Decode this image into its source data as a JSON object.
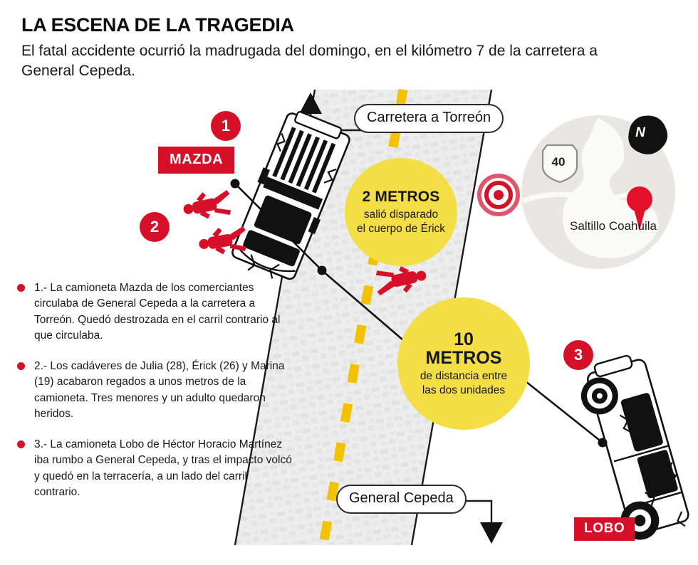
{
  "header": {
    "title": "LA ESCENA DE LA TRAGEDIA",
    "subtitle": "El fatal accidente ocurrió la madrugada del domingo, en el kilómetro 7 de la carretera a General Cepeda."
  },
  "legend": {
    "items": [
      {
        "text": "1.- La camioneta Mazda de los comerciantes circulaba de General Cepeda a la carretera a Torreón. Quedó destrozada en el carril contrario al que circulaba."
      },
      {
        "text": "2.- Los cadáveres de Julia (28), Érick (26) y Marina (19) acabaron regados a unos metros de la camioneta. Tres menores y un adulto quedaron heridos."
      },
      {
        "text": "3.- La camioneta Lobo de Héctor Horacio Martínez iba rumbo a General Cepeda, y tras el impacto volcó y quedó en la terracería, a un lado del carril contrario."
      }
    ]
  },
  "scene": {
    "markers": [
      {
        "label": "1"
      },
      {
        "label": "2"
      },
      {
        "label": "3"
      }
    ],
    "vehicle_badges": [
      {
        "label": "MAZDA"
      },
      {
        "label": "LOBO"
      }
    ],
    "road_labels": [
      {
        "label": "Carretera a Torreón"
      },
      {
        "label": "General Cepeda"
      }
    ],
    "callouts": [
      {
        "value": "2 METROS",
        "description_line1": "salió disparado",
        "description_line2": "el cuerpo de Érick"
      },
      {
        "value_line1": "10",
        "value_line2": "METROS",
        "description_line1": "de distancia entre",
        "description_line2": "las dos unidades"
      }
    ]
  },
  "inset_map": {
    "city_label": "Saltillo Coahuila",
    "highway_shield": "40",
    "compass_label": "N"
  },
  "colors": {
    "red": "#D7102A",
    "yellow": "#F3DE46",
    "road_gray": "#EDEDED",
    "ink": "#141414"
  }
}
